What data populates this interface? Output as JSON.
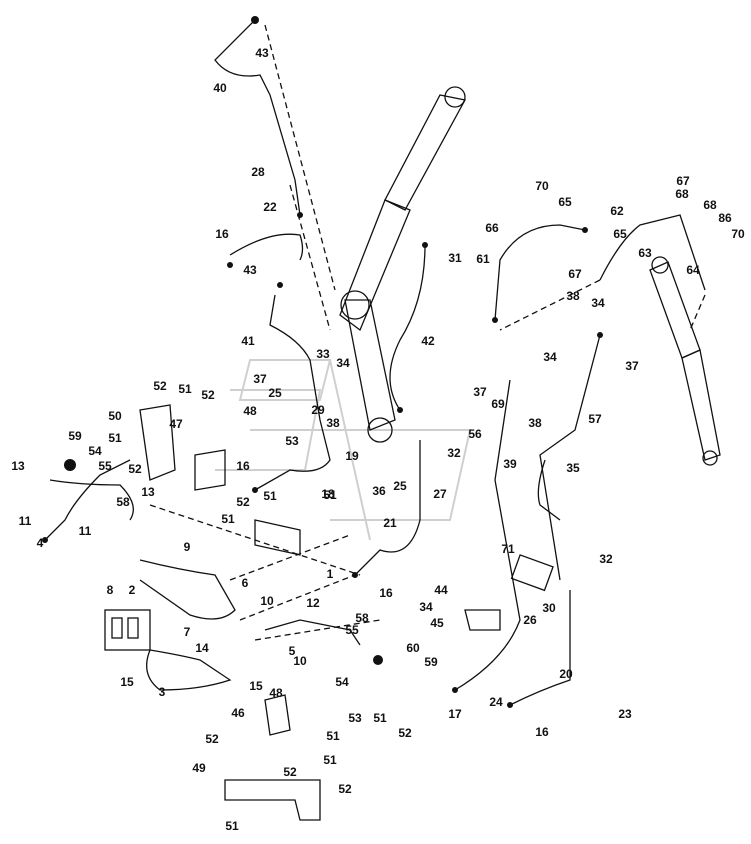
{
  "diagram": {
    "callouts": [
      {
        "text": "43"
      },
      {
        "text": "40"
      },
      {
        "text": "28"
      },
      {
        "text": "22"
      },
      {
        "text": "16"
      },
      {
        "text": "43"
      },
      {
        "text": "31"
      },
      {
        "text": "41"
      },
      {
        "text": "42"
      },
      {
        "text": "33"
      },
      {
        "text": "34"
      },
      {
        "text": "37"
      },
      {
        "text": "25"
      },
      {
        "text": "29"
      },
      {
        "text": "38"
      },
      {
        "text": "52"
      },
      {
        "text": "51"
      },
      {
        "text": "52"
      },
      {
        "text": "50"
      },
      {
        "text": "48"
      },
      {
        "text": "47"
      },
      {
        "text": "53"
      },
      {
        "text": "51"
      },
      {
        "text": "59"
      },
      {
        "text": "54"
      },
      {
        "text": "55"
      },
      {
        "text": "13"
      },
      {
        "text": "52"
      },
      {
        "text": "16"
      },
      {
        "text": "51"
      },
      {
        "text": "13"
      },
      {
        "text": "58"
      },
      {
        "text": "11"
      },
      {
        "text": "4"
      },
      {
        "text": "11"
      },
      {
        "text": "51"
      },
      {
        "text": "52"
      },
      {
        "text": "51"
      },
      {
        "text": "19"
      },
      {
        "text": "18"
      },
      {
        "text": "1"
      },
      {
        "text": "9"
      },
      {
        "text": "8"
      },
      {
        "text": "2"
      },
      {
        "text": "6"
      },
      {
        "text": "7"
      },
      {
        "text": "10"
      },
      {
        "text": "12"
      },
      {
        "text": "58"
      },
      {
        "text": "55"
      },
      {
        "text": "14"
      },
      {
        "text": "5"
      },
      {
        "text": "10"
      },
      {
        "text": "15"
      },
      {
        "text": "15"
      },
      {
        "text": "3"
      },
      {
        "text": "48"
      },
      {
        "text": "46"
      },
      {
        "text": "53"
      },
      {
        "text": "51"
      },
      {
        "text": "52"
      },
      {
        "text": "51"
      },
      {
        "text": "52"
      },
      {
        "text": "52"
      },
      {
        "text": "51"
      },
      {
        "text": "49"
      },
      {
        "text": "52"
      },
      {
        "text": "51"
      },
      {
        "text": "70"
      },
      {
        "text": "65"
      },
      {
        "text": "66"
      },
      {
        "text": "65"
      },
      {
        "text": "61"
      },
      {
        "text": "67"
      },
      {
        "text": "67"
      },
      {
        "text": "68"
      },
      {
        "text": "62"
      },
      {
        "text": "68"
      },
      {
        "text": "86"
      },
      {
        "text": "70"
      },
      {
        "text": "63"
      },
      {
        "text": "64"
      },
      {
        "text": "38"
      },
      {
        "text": "34"
      },
      {
        "text": "37"
      },
      {
        "text": "34"
      },
      {
        "text": "37"
      },
      {
        "text": "69"
      },
      {
        "text": "38"
      },
      {
        "text": "57"
      },
      {
        "text": "56"
      },
      {
        "text": "32"
      },
      {
        "text": "35"
      },
      {
        "text": "36"
      },
      {
        "text": "25"
      },
      {
        "text": "27"
      },
      {
        "text": "39"
      },
      {
        "text": "21"
      },
      {
        "text": "16"
      },
      {
        "text": "71"
      },
      {
        "text": "32"
      },
      {
        "text": "44"
      },
      {
        "text": "30"
      },
      {
        "text": "34"
      },
      {
        "text": "45"
      },
      {
        "text": "26"
      },
      {
        "text": "60"
      },
      {
        "text": "59"
      },
      {
        "text": "54"
      },
      {
        "text": "20"
      },
      {
        "text": "24"
      },
      {
        "text": "17"
      },
      {
        "text": "23"
      },
      {
        "text": "16"
      }
    ]
  }
}
